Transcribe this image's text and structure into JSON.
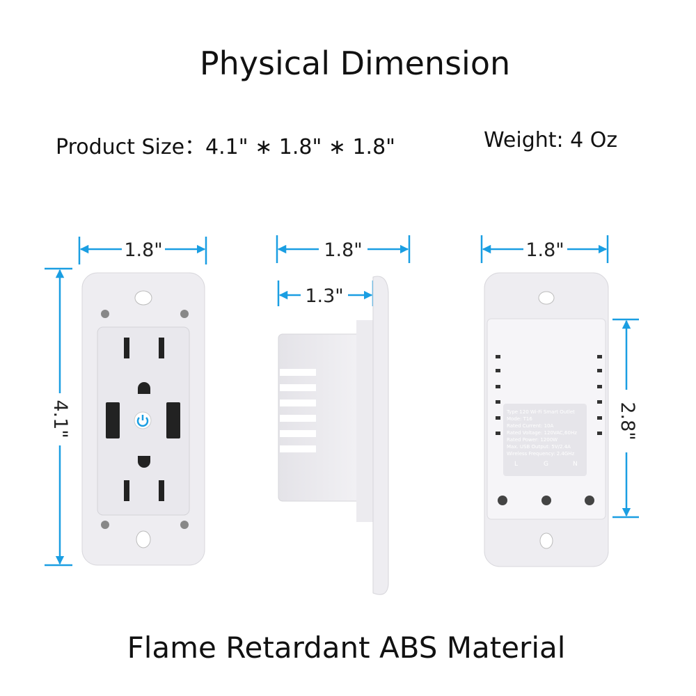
{
  "title": "Physical Dimension",
  "product_size": "Product Size：4.1\" ∗ 1.8\" ∗ 1.8\"",
  "weight": "Weight: 4 Oz",
  "material": "Flame Retardant ABS Material",
  "front_view": {
    "width": "1.8\"",
    "height": "4.1\""
  },
  "side_view": {
    "depth": "1.8\"",
    "body_depth": "1.3\""
  },
  "back_view": {
    "width": "1.8\"",
    "body_height": "2.8\""
  },
  "label": {
    "lines": [
      "Type 120 Wi-Fi Smart Outlet",
      "Mode: T16",
      "Rated Current: 10A",
      "Rated Voltage: 120VAC,60Hz",
      "Rated Power: 1200W",
      "Max. USB Output: 5V/2.4A",
      "Wireless Frequency: 2.4GHz"
    ],
    "terminals": [
      "L",
      "G",
      "N"
    ]
  },
  "colors": {
    "arrow": "#1a9ee2",
    "body": "#f0eff3",
    "power_button": "#1a9ee2"
  }
}
